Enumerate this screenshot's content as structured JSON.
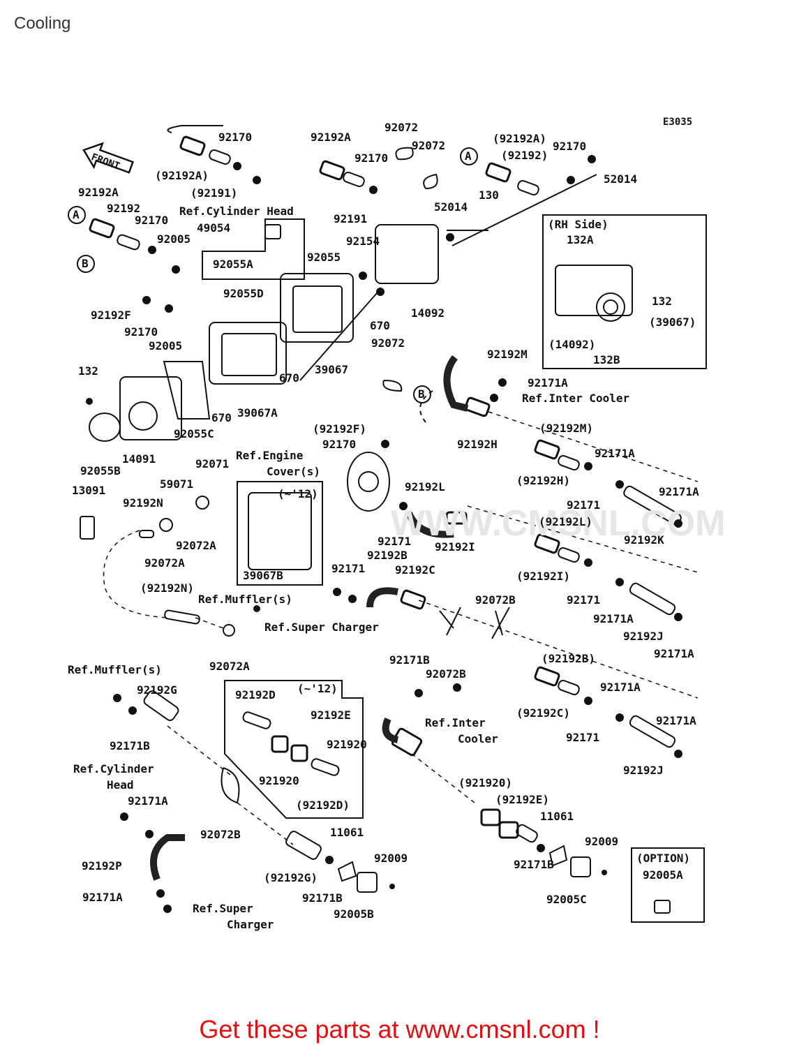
{
  "page": {
    "title": "Cooling"
  },
  "diagram": {
    "code": "E3035",
    "front_label": "FRONT",
    "watermark": "WWW.CMSNL.COM",
    "rh_side": {
      "title": "(RH Side)",
      "labels": [
        "132A",
        "132",
        "(39067)",
        "(14092)",
        "132B"
      ]
    },
    "option": {
      "title": "(OPTION)",
      "part": "92005A"
    },
    "markers": [
      "A",
      "A",
      "B",
      "B"
    ],
    "parts": [
      {
        "t": "92170"
      },
      {
        "t": "(92192A)"
      },
      {
        "t": "(92191)"
      },
      {
        "t": "Ref.Cylinder Head"
      },
      {
        "t": "92192A"
      },
      {
        "t": "92192"
      },
      {
        "t": "92170"
      },
      {
        "t": "92005"
      },
      {
        "t": "92192F"
      },
      {
        "t": "92170"
      },
      {
        "t": "92005"
      },
      {
        "t": "49054"
      },
      {
        "t": "92055A"
      },
      {
        "t": "92055D"
      },
      {
        "t": "92055"
      },
      {
        "t": "92192A"
      },
      {
        "t": "92170"
      },
      {
        "t": "92191"
      },
      {
        "t": "92072"
      },
      {
        "t": "92072"
      },
      {
        "t": "52014"
      },
      {
        "t": "130"
      },
      {
        "t": "92154"
      },
      {
        "t": "670"
      },
      {
        "t": "14092"
      },
      {
        "t": "(92192A)"
      },
      {
        "t": "(92192)"
      },
      {
        "t": "92170"
      },
      {
        "t": "52014"
      },
      {
        "t": "670"
      },
      {
        "t": "670"
      },
      {
        "t": "39067"
      },
      {
        "t": "39067A"
      },
      {
        "t": "132"
      },
      {
        "t": "92055C"
      },
      {
        "t": "14091"
      },
      {
        "t": "92055B"
      },
      {
        "t": "92072"
      },
      {
        "t": "92192M"
      },
      {
        "t": "92171A"
      },
      {
        "t": "Ref.Inter Cooler"
      },
      {
        "t": "(92192F)"
      },
      {
        "t": "92170"
      },
      {
        "t": "Ref.Engine"
      },
      {
        "t": "Cover(s)"
      },
      {
        "t": "92192H"
      },
      {
        "t": "(92192M)"
      },
      {
        "t": "92171A"
      },
      {
        "t": "(92192H)"
      },
      {
        "t": "92171"
      },
      {
        "t": "92171A"
      },
      {
        "t": "92192K"
      },
      {
        "t": "13091"
      },
      {
        "t": "92192N"
      },
      {
        "t": "59071"
      },
      {
        "t": "92071"
      },
      {
        "t": "92072A"
      },
      {
        "t": "92072A"
      },
      {
        "t": "(~'12)"
      },
      {
        "t": "39067B"
      },
      {
        "t": "92192L"
      },
      {
        "t": "92171"
      },
      {
        "t": "92192I"
      },
      {
        "t": "(92192L)"
      },
      {
        "t": "(92192I)"
      },
      {
        "t": "92192B"
      },
      {
        "t": "92171"
      },
      {
        "t": "92192C"
      },
      {
        "t": "92072B"
      },
      {
        "t": "92171"
      },
      {
        "t": "92171A"
      },
      {
        "t": "92192J"
      },
      {
        "t": "92171A"
      },
      {
        "t": "(92192N)"
      },
      {
        "t": "Ref.Muffler(s)"
      },
      {
        "t": "Ref.Super Charger"
      },
      {
        "t": "92072A"
      },
      {
        "t": "92171B"
      },
      {
        "t": "92072B"
      },
      {
        "t": "(92192B)"
      },
      {
        "t": "92171A"
      },
      {
        "t": "Ref.Muffler(s)"
      },
      {
        "t": "92192G"
      },
      {
        "t": "92171B"
      },
      {
        "t": "92192D"
      },
      {
        "t": "(~'12)"
      },
      {
        "t": "92192E"
      },
      {
        "t": "Ref.Inter"
      },
      {
        "t": "Cooler"
      },
      {
        "t": "(92192C)"
      },
      {
        "t": "92171"
      },
      {
        "t": "92171A"
      },
      {
        "t": "92192J"
      },
      {
        "t": "921920"
      },
      {
        "t": "921920"
      },
      {
        "t": "(92192D)"
      },
      {
        "t": "Ref.Cylinder"
      },
      {
        "t": "Head"
      },
      {
        "t": "92171A"
      },
      {
        "t": "92072B"
      },
      {
        "t": "(921920)"
      },
      {
        "t": "(92192E)"
      },
      {
        "t": "11061"
      },
      {
        "t": "92192P"
      },
      {
        "t": "92171A"
      },
      {
        "t": "Ref.Super"
      },
      {
        "t": "Charger"
      },
      {
        "t": "(92192G)"
      },
      {
        "t": "11061"
      },
      {
        "t": "92009"
      },
      {
        "t": "92171B"
      },
      {
        "t": "92005B"
      },
      {
        "t": "92171B"
      },
      {
        "t": "92005C"
      },
      {
        "t": "92009"
      }
    ]
  },
  "footer": {
    "text": "Get these parts at www.cmsnl.com !"
  }
}
